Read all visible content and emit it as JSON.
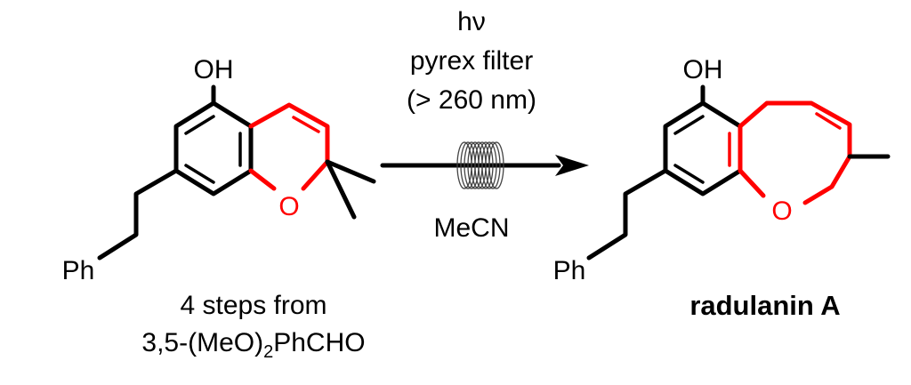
{
  "starting_material": {
    "oh_label": "OH",
    "o_label": "O",
    "ph_label": "Ph",
    "caption_line1": "4 steps from",
    "caption_line2_prefix": "3,5-(MeO)",
    "caption_line2_subscript": "2",
    "caption_line2_suffix": "PhCHO"
  },
  "conditions": {
    "light": "hν",
    "filter": "pyrex filter",
    "wavelength": "(> 260 nm)",
    "solvent": "MeCN"
  },
  "product": {
    "oh_label": "OH",
    "o_label": "O",
    "ph_label": "Ph",
    "name": "radulanin A"
  },
  "colors": {
    "bond": "#000000",
    "highlight": "#ff0000"
  }
}
